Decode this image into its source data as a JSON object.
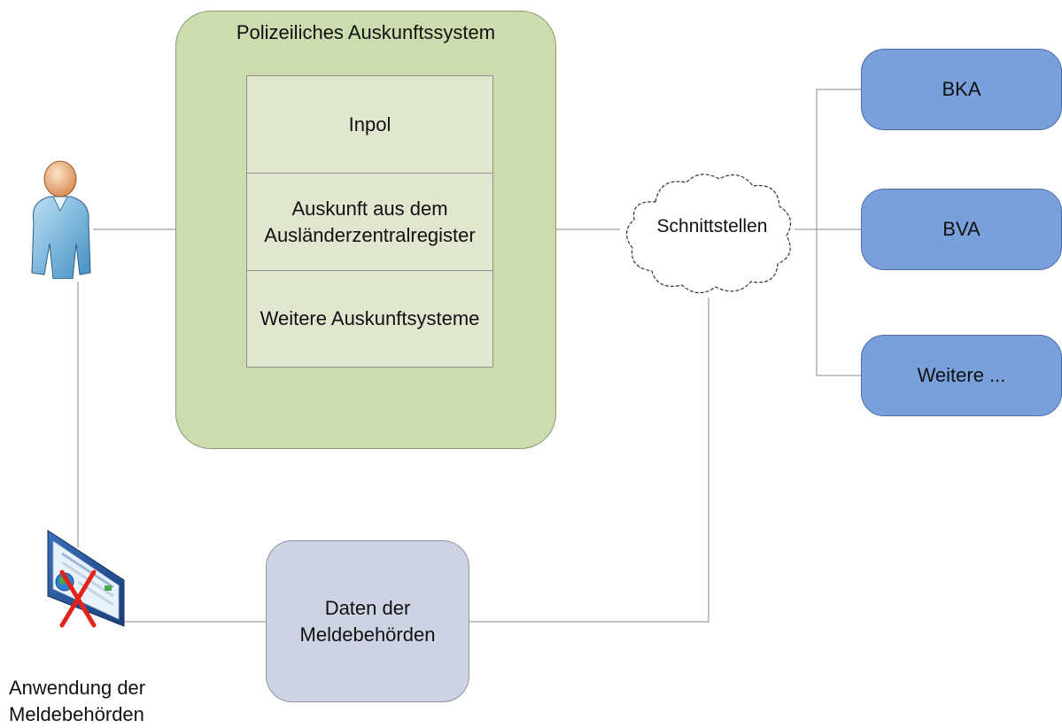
{
  "police_system": {
    "title": "Polizeiliches Auskunftssystem",
    "modules": [
      "Inpol",
      "Auskunft aus dem Ausländerzentralregister",
      "Weitere Auskunftsysteme"
    ]
  },
  "interfaces": {
    "label": "Schnittstellen"
  },
  "agencies": [
    "BKA",
    "BVA",
    "Weitere ..."
  ],
  "registration_data": {
    "label": "Daten der Meldebehörden"
  },
  "registration_app": {
    "caption": "Anwendung der Meldebehörden"
  },
  "icons": {
    "user": "user-icon",
    "app": "application-window-icon",
    "cross": "red-x-icon",
    "cloud": "cloud-icon"
  },
  "colors": {
    "police_box": "#cddcae",
    "module_cell": "#e0e7ce",
    "agency_box": "#7aa0dc",
    "registration_box": "#cdd3e2",
    "cross": "#e32219"
  }
}
